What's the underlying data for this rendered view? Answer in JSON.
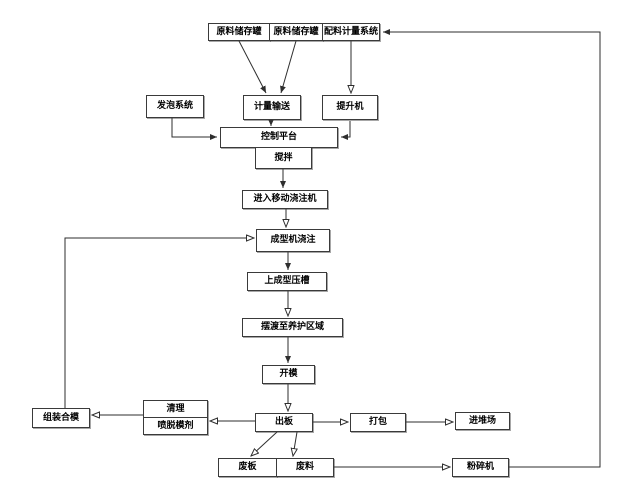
{
  "diagram": {
    "type": "flowchart",
    "language": "zh-CN",
    "background": "#ffffff",
    "colors": {
      "box_border": "#3a3a3a",
      "connector": "#2e2e2e",
      "text": "#000000"
    },
    "nodes": {
      "tank1": {
        "label": "原料储存罐"
      },
      "tank2": {
        "label": "原料储存罐"
      },
      "batching": {
        "label": "配料计量系统"
      },
      "foaming": {
        "label": "发泡系统"
      },
      "metering": {
        "label": "计量输送"
      },
      "hoist": {
        "label": "提升机"
      },
      "control": {
        "label": "控制平台"
      },
      "mixing": {
        "label": "搅拌"
      },
      "mobile_pour": {
        "label": "进入移动浇注机"
      },
      "mold_pour": {
        "label": "成型机浇注"
      },
      "press": {
        "label": "上成型压槽"
      },
      "ferry": {
        "label": "摆渡至养护区域"
      },
      "open_mold": {
        "label": "开模"
      },
      "plate_out": {
        "label": "出板"
      },
      "packing": {
        "label": "打包"
      },
      "stockyard": {
        "label": "进堆场"
      },
      "cleaning_top": {
        "label": "清理"
      },
      "cleaning_bottom": {
        "label": "喷脱模剂"
      },
      "assembly": {
        "label": "组装合模"
      },
      "waste_board": {
        "label": "废板"
      },
      "waste_material": {
        "label": "废料"
      },
      "crusher": {
        "label": "粉碎机"
      }
    },
    "edges": [
      "tank1 -> metering",
      "tank2 -> metering",
      "batching -> hoist",
      "foaming -> control",
      "metering -> control",
      "hoist -> control",
      "control - mixing",
      "mixing -> mobile_pour",
      "mobile_pour -> mold_pour",
      "mold_pour -> press",
      "press -> ferry",
      "ferry -> open_mold",
      "open_mold -> plate_out",
      "plate_out -> packing",
      "packing -> stockyard",
      "plate_out -> cleaning",
      "cleaning -> assembly",
      "assembly -> mold_pour",
      "plate_out -> waste_board",
      "plate_out -> waste_material",
      "waste_material -> crusher",
      "crusher -> batching"
    ]
  }
}
